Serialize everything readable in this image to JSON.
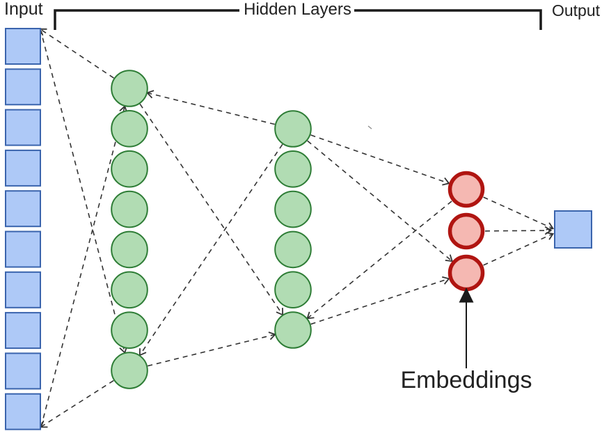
{
  "labels": {
    "input": "Input",
    "hidden_layers": "Hidden Layers",
    "output": "Output",
    "embeddings": "Embeddings"
  },
  "diagram": {
    "input_nodes": 10,
    "hidden_layer_1_nodes": 8,
    "hidden_layer_2_nodes": 6,
    "embedding_nodes": 3,
    "output_nodes": 1
  },
  "colors": {
    "input_fill": "#aec9f7",
    "input_stroke": "#3a64ad",
    "hidden_fill": "#b1dcb3",
    "hidden_stroke": "#2e7d36",
    "embedding_fill": "#f5b8b2",
    "embedding_stroke": "#b01511",
    "connector": "#333333",
    "bracket": "#1a1a1a",
    "arrow": "#1a1a1a",
    "text": "#212121"
  }
}
